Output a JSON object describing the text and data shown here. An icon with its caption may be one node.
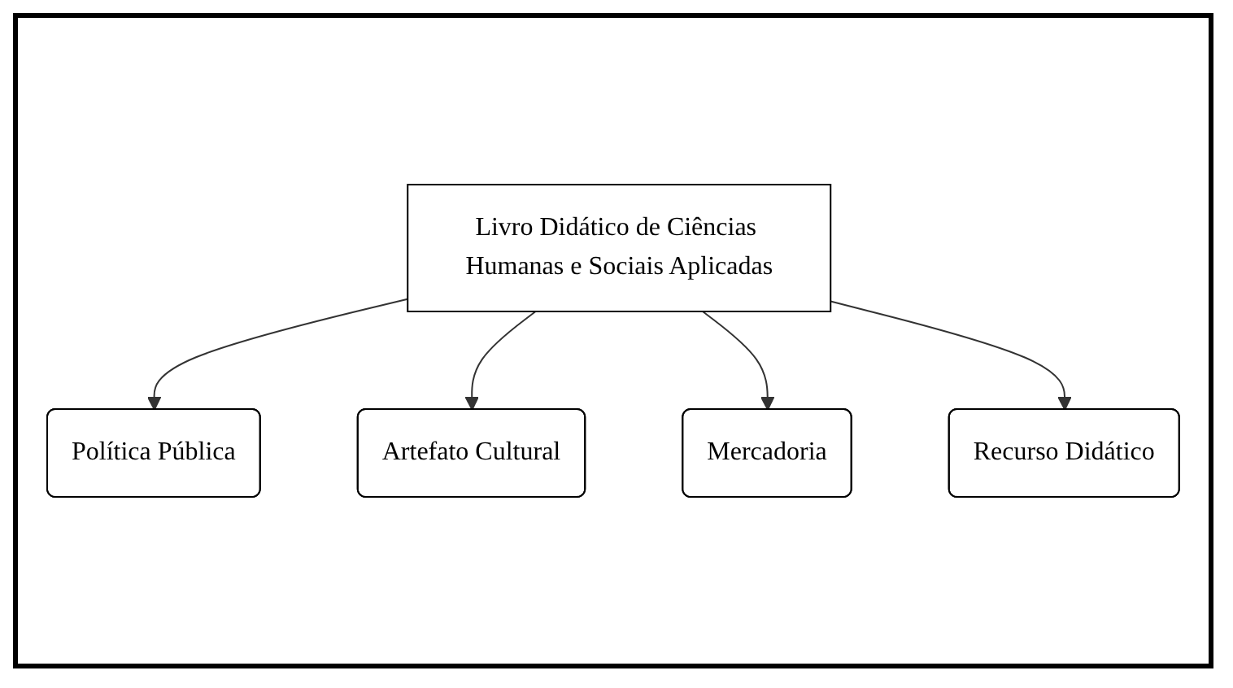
{
  "diagram": {
    "nodes": [
      {
        "text": [
          "Livro Didático de Ciências Humanas e Sociais Aplicadas"
        ]
      },
      {
        "text": [
          "Política Pública"
        ]
      },
      {
        "text": [
          "Artefato Cultural"
        ]
      },
      {
        "text": [
          "Mercadoria"
        ]
      },
      {
        "text": [
          "Recurso Didático"
        ]
      }
    ],
    "edges": [
      {
        "from": 0,
        "to": 1,
        "arrow": "to"
      },
      {
        "from": 0,
        "to": 2,
        "arrow": "to"
      },
      {
        "from": 0,
        "to": 3,
        "arrow": "to"
      },
      {
        "from": 0,
        "to": 4,
        "arrow": "to"
      }
    ]
  }
}
